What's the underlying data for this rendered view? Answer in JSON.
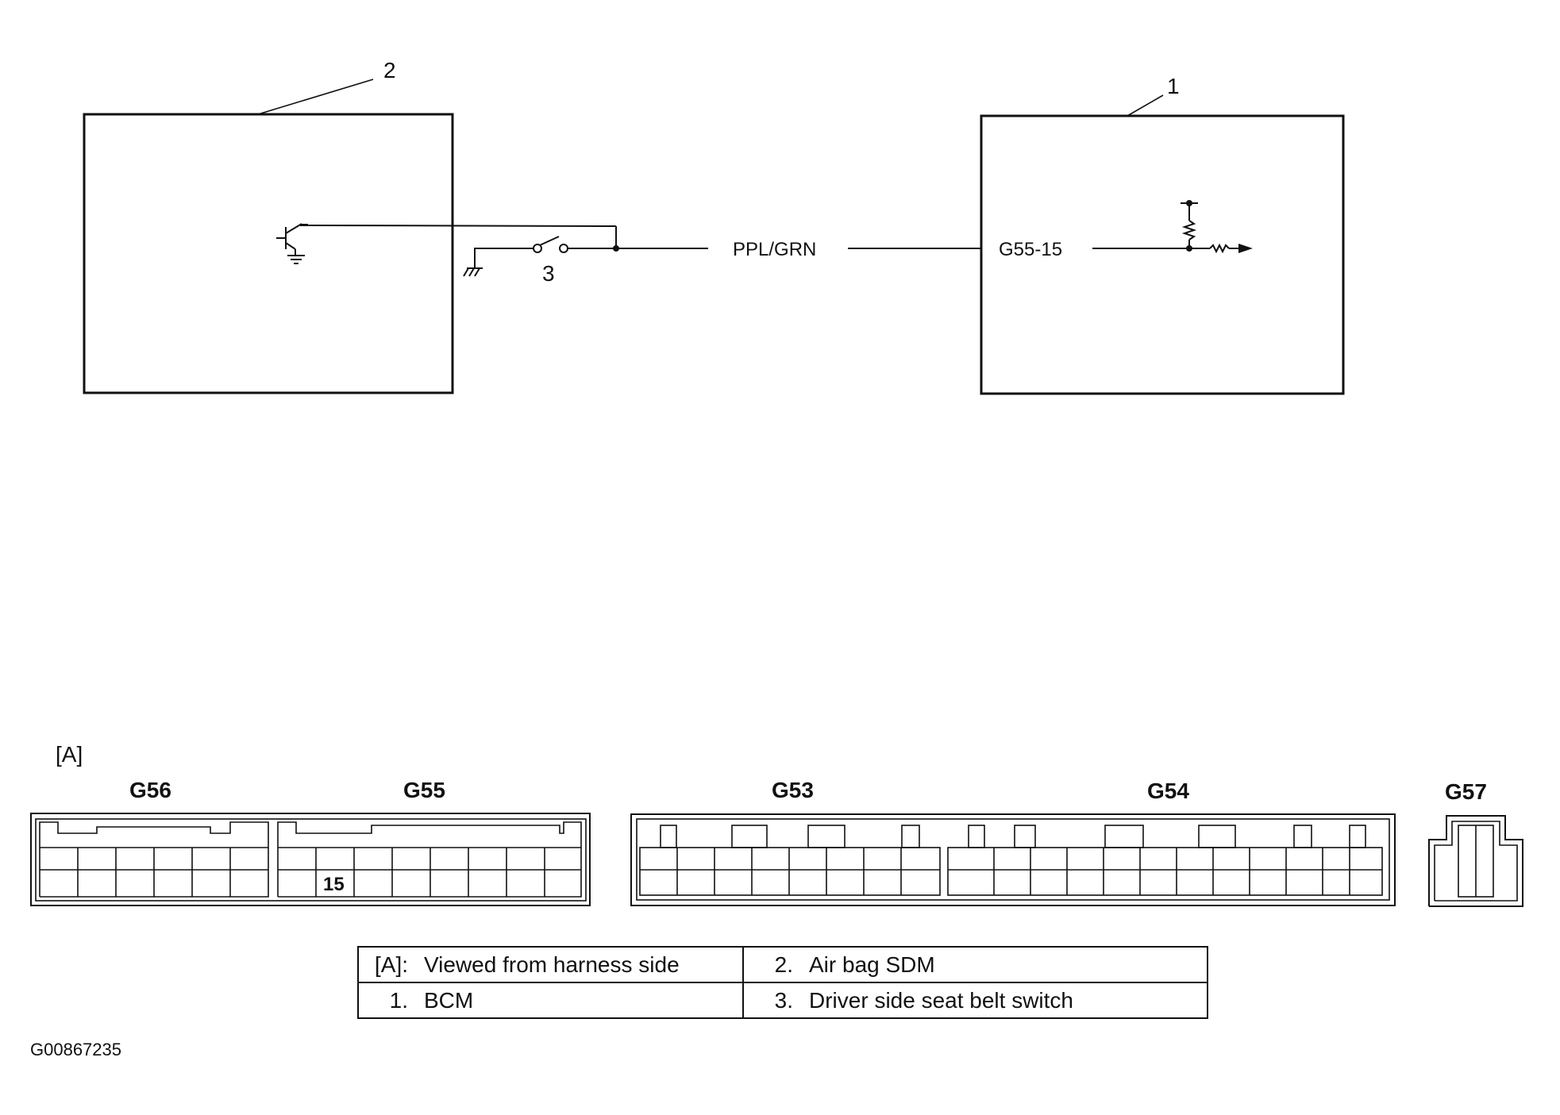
{
  "schematic": {
    "callout_sdm": "2",
    "callout_bcm": "1",
    "callout_switch": "3",
    "wire_color": "PPL/GRN",
    "bcm_terminal": "G55-15"
  },
  "connectors": {
    "view_tag": "[A]",
    "g56": "G56",
    "g55": "G55",
    "g53": "G53",
    "g54": "G54",
    "g57": "G57",
    "g55_pin_label": "15"
  },
  "legend": {
    "rows": [
      [
        {
          "num": "[A]:",
          "text": "Viewed from harness side"
        },
        {
          "num": "2.",
          "text": "Air bag SDM"
        }
      ],
      [
        {
          "num": "1.",
          "text": "BCM"
        },
        {
          "num": "3.",
          "text": "Driver side seat belt switch"
        }
      ]
    ]
  },
  "figure_id": "G00867235"
}
